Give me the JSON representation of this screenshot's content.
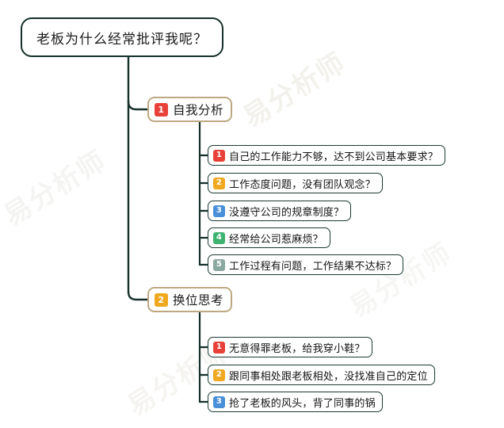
{
  "map": {
    "root": {
      "text": "老板为什么经常批评我呢？",
      "border_color": "#16302b"
    },
    "branch_border_color": "#bda981",
    "leaf_border_color": "#1c3a33",
    "link_color": "#16302b",
    "badge_colors": {
      "red": "#e8413a",
      "orange": "#f0a81e",
      "blue": "#4a90d9",
      "green": "#3eb370",
      "teal": "#8aa8a0"
    },
    "branches": [
      {
        "number": "1",
        "badge_color": "#e8413a",
        "text": "自我分析",
        "children": [
          {
            "number": "1",
            "badge_color": "#e8413a",
            "text": "自己的工作能力不够，达不到公司基本要求？"
          },
          {
            "number": "2",
            "badge_color": "#f0a81e",
            "text": "工作态度问题，没有团队观念？"
          },
          {
            "number": "3",
            "badge_color": "#4a90d9",
            "text": "没遵守公司的规章制度？"
          },
          {
            "number": "4",
            "badge_color": "#3eb370",
            "text": "经常给公司惹麻烦？"
          },
          {
            "number": "5",
            "badge_color": "#8aa8a0",
            "text": "工作过程有问题，工作结果不达标？"
          }
        ]
      },
      {
        "number": "2",
        "badge_color": "#f0a81e",
        "text": "换位思考",
        "children": [
          {
            "number": "1",
            "badge_color": "#e8413a",
            "text": "无意得罪老板，给我穿小鞋？"
          },
          {
            "number": "2",
            "badge_color": "#f0a81e",
            "text": "跟同事相处跟老板相处，没找准自己的定位"
          },
          {
            "number": "3",
            "badge_color": "#4a90d9",
            "text": "抢了老板的风头，背了同事的锅"
          }
        ]
      }
    ],
    "watermarks": [
      "易分析师",
      "易分析师",
      "易分析师",
      "易分析师"
    ]
  }
}
